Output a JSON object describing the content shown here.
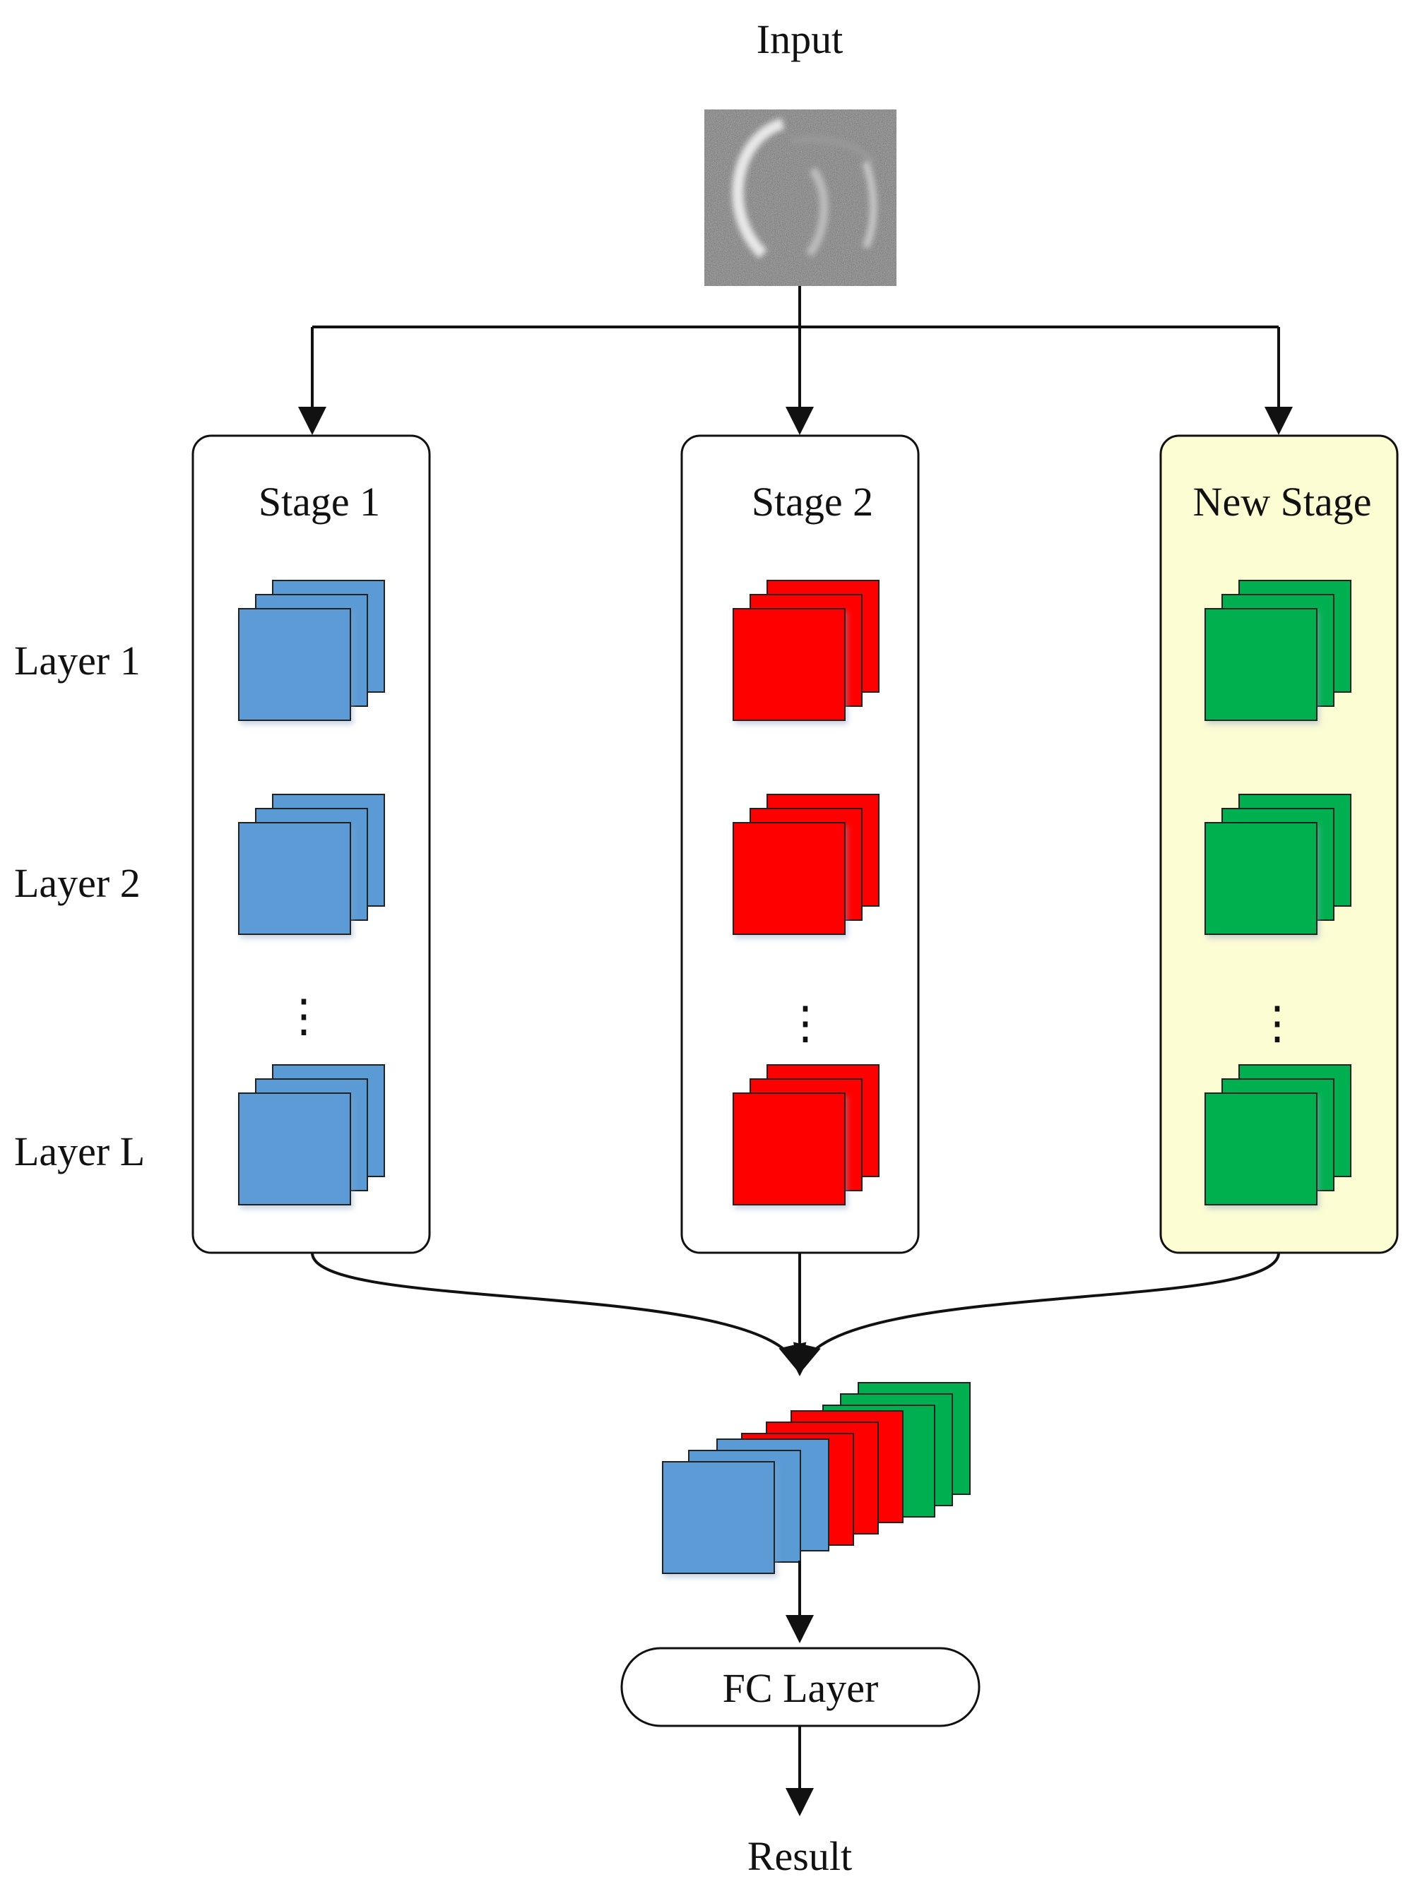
{
  "input_label": "Input",
  "result_label": "Result",
  "fc_label": "FC Layer",
  "stages": [
    {
      "name": "Stage 1",
      "color": "#5b9bd5",
      "highlight": false
    },
    {
      "name": "Stage 2",
      "color": "#ff0000",
      "highlight": false
    },
    {
      "name": "New Stage",
      "color": "#00b050",
      "highlight": true
    }
  ],
  "layers": [
    "Layer 1",
    "Layer 2",
    "Layer L"
  ],
  "ellipsis": "⋮",
  "colors": {
    "stage1": "#5b9bd5",
    "stage2": "#ff0000",
    "new_stage": "#00b050",
    "new_stage_panel": "#fdfdd4",
    "stroke": "#111111"
  }
}
